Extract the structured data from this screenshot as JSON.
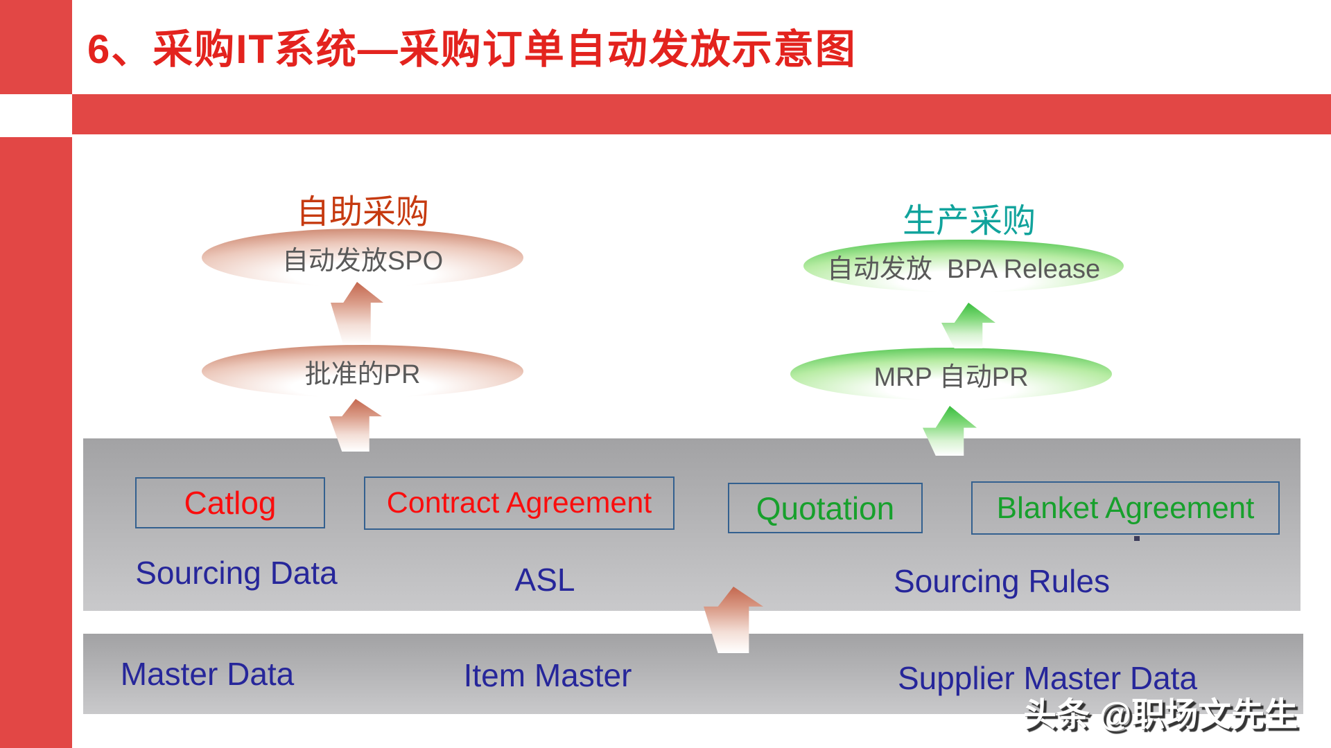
{
  "title": {
    "text": "6、采购IT系统—采购订单自动发放示意图"
  },
  "flows": {
    "self_service": {
      "label": "自助采购",
      "top_node": "自动发放SPO",
      "bottom_node": "批准的PR"
    },
    "production": {
      "label": "生产采购",
      "top_node": "自动发放  BPA Release",
      "bottom_node": "MRP 自动PR"
    }
  },
  "sourcing_band": {
    "boxes": {
      "catlog": "Catlog",
      "contract": "Contract Agreement",
      "quotation": "Quotation",
      "blanket": "Blanket Agreement"
    },
    "labels": {
      "left": "Sourcing Data",
      "center": "ASL",
      "right": "Sourcing Rules"
    }
  },
  "master_band": {
    "labels": {
      "left": "Master Data",
      "center": "Item Master",
      "right": "Supplier Master Data"
    }
  },
  "watermark": {
    "text": "头条 @职场文先生"
  },
  "colors": {
    "accent_red": "#e24745",
    "title_red": "#e3231e",
    "self_label_orange": "#c63a10",
    "production_teal": "#11a39c",
    "box_text_red": "#fa0d0d",
    "box_text_green": "#17a02c",
    "navy_label": "#26269a",
    "ellipse_text_gray": "#595959",
    "band_gray_top": "#a2a2a4",
    "band_gray_bottom": "#c9c9cb",
    "box_border_blue": "#33608f"
  }
}
